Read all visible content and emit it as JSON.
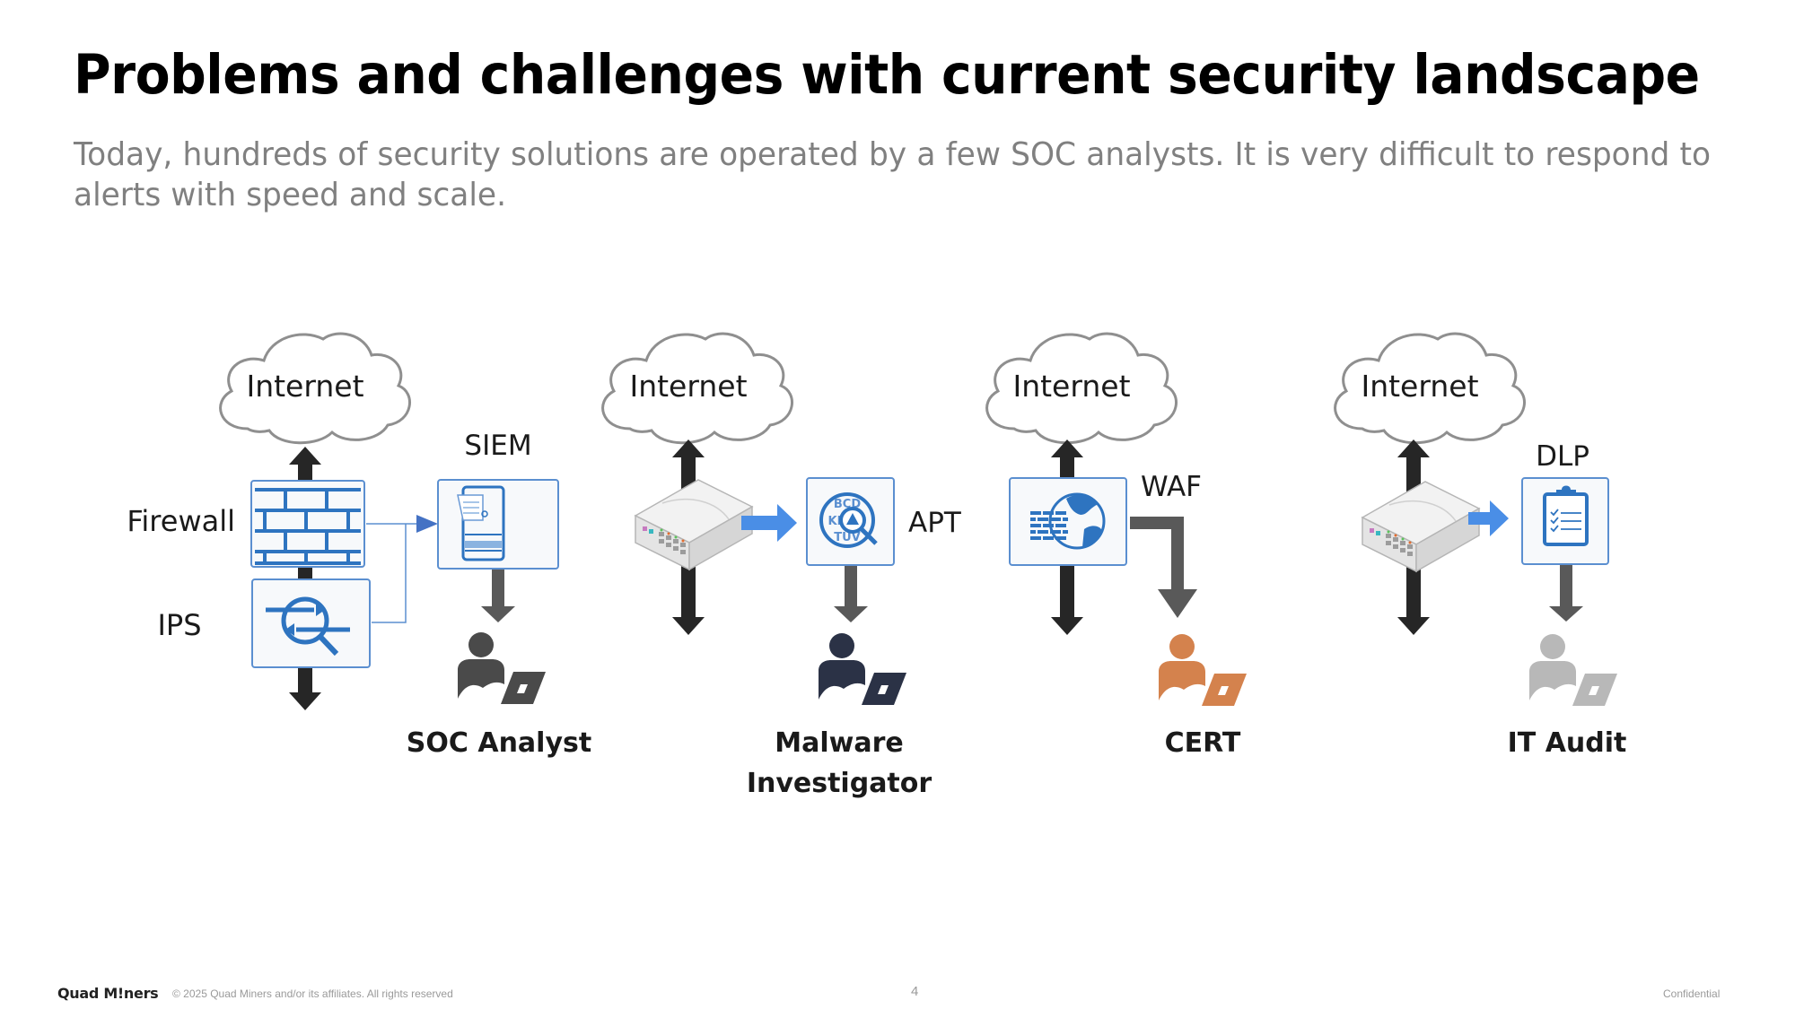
{
  "slide": {
    "title": "Problems and challenges with current security landscape",
    "subtitle": "Today, hundreds of security solutions are operated by a few SOC analysts. It is very difficult to respond to alerts with speed and scale."
  },
  "diagram": {
    "groups": [
      {
        "cloud_label": "Internet",
        "devices": [
          "Firewall",
          "IPS"
        ],
        "tool_label": "SIEM",
        "role_label": [
          "SOC Analyst"
        ],
        "role_color": "#4a4a4a"
      },
      {
        "cloud_label": "Internet",
        "devices": [
          "Network switch"
        ],
        "tool_label": "APT",
        "role_label": [
          "Malware",
          "Investigator"
        ],
        "role_color": "#2b3246"
      },
      {
        "cloud_label": "Internet",
        "devices": [
          "WAF"
        ],
        "tool_label": "WAF",
        "role_label": [
          "CERT"
        ],
        "role_color": "#d4824d"
      },
      {
        "cloud_label": "Internet",
        "devices": [
          "Network switch"
        ],
        "tool_label": "DLP",
        "role_label": [
          "IT Audit"
        ],
        "role_color": "#b8b8b8"
      }
    ],
    "colors": {
      "icon_blue": "#2e74c0",
      "box_border": "#5b8fd0",
      "box_fill": "#f7f9fb",
      "flow_arrow": "#4a8ee6",
      "traffic_arrow": "#262626",
      "alert_arrow": "#595959"
    }
  },
  "footer": {
    "logo": "Quad M!ners",
    "copyright": "© 2025  Quad Miners and/or its affiliates. All rights reserved",
    "page_number": "4",
    "classification": "Confidential"
  }
}
